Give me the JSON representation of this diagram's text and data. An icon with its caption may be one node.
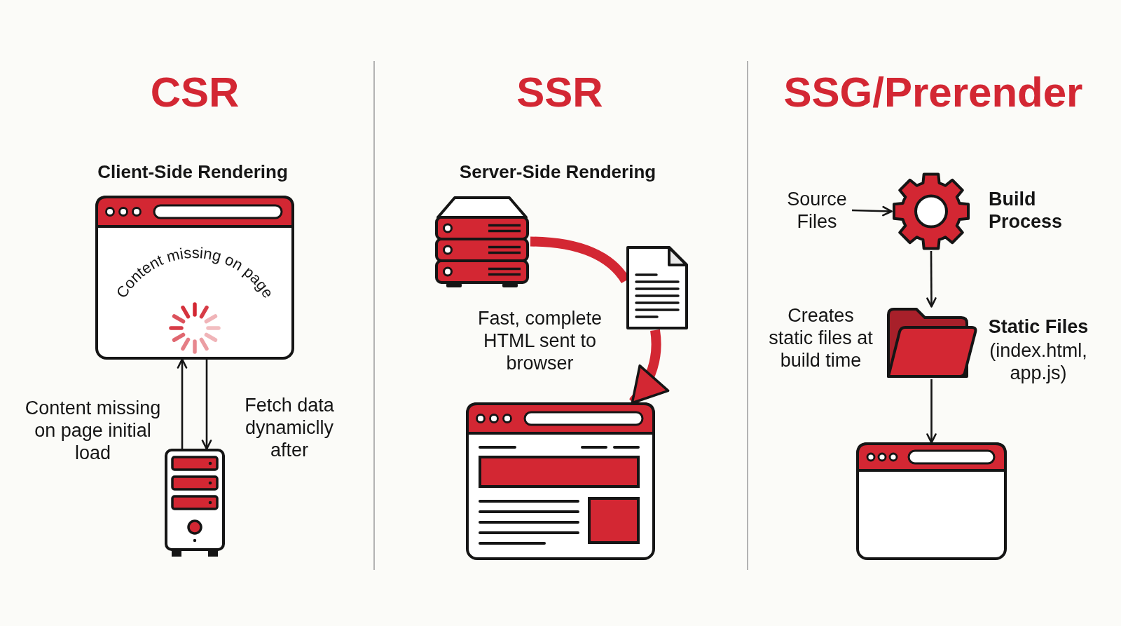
{
  "diagram": {
    "nodes": [
      {
        "text": [
          "Content missing on page"
        ]
      },
      {
        "text": [],
        "shape": "picture"
      },
      {
        "text": [],
        "shape": "picture"
      },
      {
        "text": [],
        "shape": "picture"
      },
      {
        "text": [],
        "shape": "picture"
      },
      {
        "text": [
          "Source Files"
        ]
      },
      {
        "text": [],
        "shape": "picture",
        "beside": [
          "Build Process"
        ]
      },
      {
        "text": [],
        "shape": "picture",
        "beside": [
          "Creates static files at build time",
          "Static Files",
          "(index.html, app.js)"
        ]
      },
      {
        "text": [],
        "shape": "picture"
      }
    ],
    "edges": [
      {
        "from": 1,
        "to": 0,
        "arrow": "to",
        "label": "Content missing on page initial load"
      },
      {
        "from": 0,
        "to": 1,
        "arrow": "to",
        "label": "Fetch data dynamiclly after"
      },
      {
        "from": 2,
        "to": 3,
        "arrow": "none",
        "style": "thick",
        "color": "#d32733"
      },
      {
        "from": 3,
        "to": 4,
        "arrow": "to",
        "label": "Fast, complete HTML sent to browser",
        "style": "thick",
        "color": "#d32733"
      },
      {
        "from": 5,
        "to": 6,
        "arrow": "to"
      },
      {
        "from": 6,
        "to": 7,
        "arrow": "to"
      },
      {
        "from": 7,
        "to": 8,
        "arrow": "to"
      }
    ],
    "labels": [
      "CSR",
      "SSR",
      "SSG/Prerender",
      "Client-Side Rendering",
      "Server-Side Rendering"
    ]
  }
}
